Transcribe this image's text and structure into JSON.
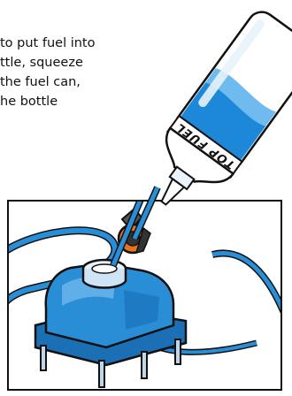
{
  "instructions": {
    "lines": [
      "to put fuel into",
      "ttle, squeeze",
      "the fuel can,",
      "he bottle"
    ]
  },
  "bottle": {
    "label": "TOP FUEL"
  },
  "colors": {
    "fuel_blue": "#1e88d8",
    "fuel_light": "#7ec3f2",
    "tank_blue": "#2a8ed6",
    "gasket_orange": "#e6731e",
    "outline": "#111111"
  }
}
